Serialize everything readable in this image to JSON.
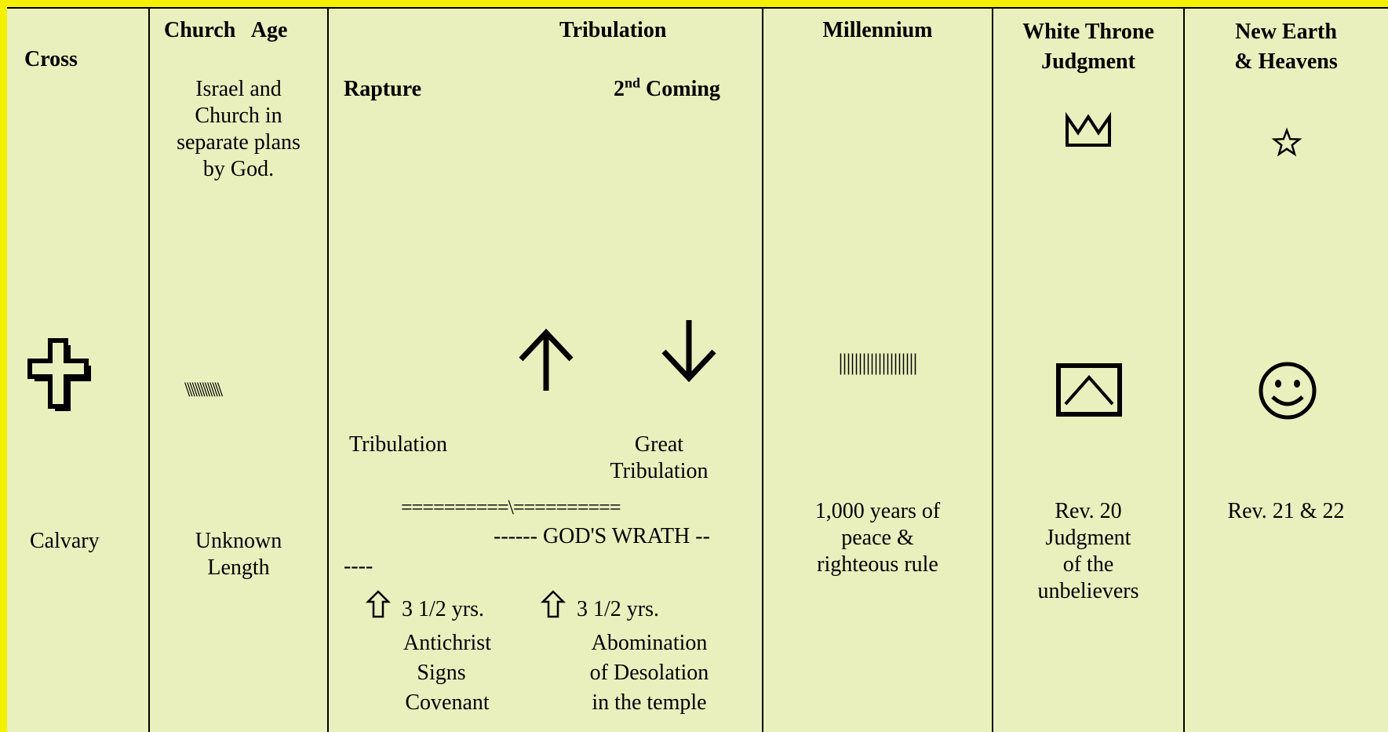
{
  "colors": {
    "background": "#e9f0bd",
    "border": "#f5f000",
    "ink": "#000000"
  },
  "columns": [
    {
      "id": "cross",
      "header": "Cross",
      "icon": "cross-icon",
      "caption": "Calvary"
    },
    {
      "id": "church-age",
      "header": "Church   Age",
      "description": [
        "Israel and",
        "Church in",
        "separate plans",
        "by God."
      ],
      "marks": "\\\\\\\\\\\\\\\\\\\\\\\\\\\\",
      "caption": [
        "Unknown",
        "Length"
      ]
    },
    {
      "id": "tribulation",
      "header": "Tribulation",
      "rapture": "Rapture",
      "second_coming_num": "2",
      "second_coming_sup": "nd",
      "second_coming_label": " Coming",
      "icons": [
        "up-arrow-icon",
        "down-arrow-icon"
      ],
      "tribulation_label": "Tribulation",
      "great_tribulation": [
        "Great",
        "Tribulation"
      ],
      "divider": "==========\\==========",
      "wrath_line": "------ GOD'S WRATH --",
      "wrath_continue": "----",
      "first_half": {
        "years": "3 1/2 yrs.",
        "lines": [
          "Antichrist",
          "Signs",
          "Covenant"
        ]
      },
      "second_half": {
        "years": "3 1/2 yrs.",
        "lines": [
          "Abomination",
          "of Desolation",
          "in the temple"
        ]
      }
    },
    {
      "id": "millennium",
      "header": "Millennium",
      "marks": "||||||||||||||||||||",
      "caption": [
        "1,000 years of",
        "peace &",
        "righteous rule"
      ]
    },
    {
      "id": "white-throne",
      "header": [
        "White Throne",
        "Judgment"
      ],
      "icons": [
        "crown-icon",
        "framed-chevron-icon"
      ],
      "caption": [
        "Rev. 20",
        "Judgment",
        "of the",
        "unbelievers"
      ]
    },
    {
      "id": "new-earth",
      "header": [
        "New Earth",
        "& Heavens"
      ],
      "icons": [
        "star-icon",
        "smiley-icon"
      ],
      "caption": "Rev. 21 & 22"
    }
  ]
}
